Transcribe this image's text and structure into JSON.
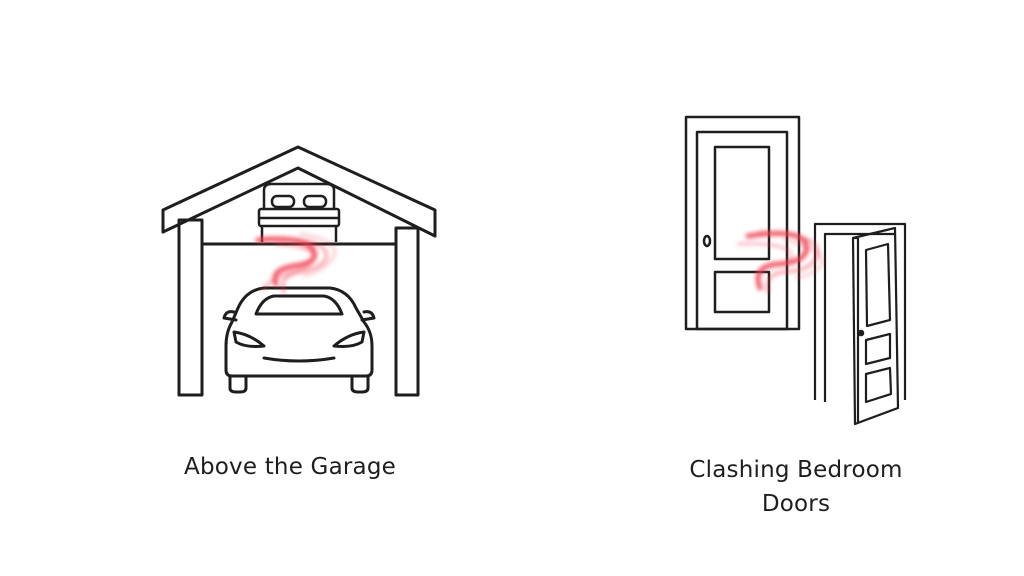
{
  "captions": {
    "left": "Above the Garage",
    "right_line1": "Clashing Bedroom",
    "right_line2": "Doors"
  },
  "icons": {
    "left": [
      "garage-icon",
      "bed-icon",
      "car-icon",
      "odor-wisp-icon"
    ],
    "right": [
      "closed-door-icon",
      "open-door-icon",
      "odor-wisp-icon"
    ]
  },
  "colors": {
    "line": "#1e1e1e",
    "wisp": "#ef3b4d",
    "background": "#ffffff"
  }
}
